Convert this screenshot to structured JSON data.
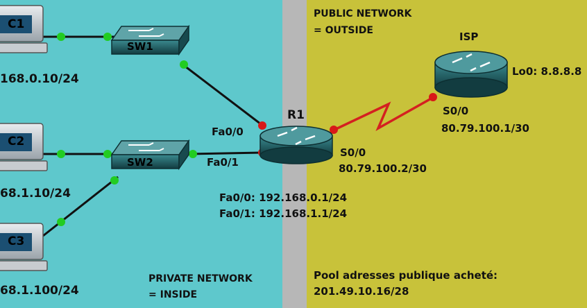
{
  "zones": {
    "private": {
      "title_line1": "PRIVATE NETWORK",
      "title_line2": "= INSIDE",
      "color": "#5ec8cc"
    },
    "public": {
      "title_line1": "PUBLIC NETWORK",
      "title_line2": "= OUTSIDE",
      "color": "#c8c23a"
    }
  },
  "devices": {
    "c1": {
      "label": "C1",
      "ip": "168.0.10/24",
      "icon": "pc-icon"
    },
    "c2": {
      "label": "C2",
      "ip": "68.1.10/24",
      "icon": "pc-icon"
    },
    "c3": {
      "label": "C3",
      "ip": "68.1.100/24",
      "icon": "pc-icon"
    },
    "sw1": {
      "label": "SW1",
      "icon": "switch-icon"
    },
    "sw2": {
      "label": "SW2",
      "icon": "switch-icon"
    },
    "r1": {
      "label": "R1",
      "if_fa00": "Fa0/0",
      "if_fa01": "Fa0/1",
      "if_s00": "S0/0",
      "s00_ip": "80.79.100.2/30",
      "fa00_line": "Fa0/0: 192.168.0.1/24",
      "fa01_line": "Fa0/1: 192.168.1.1/24",
      "icon": "router-icon"
    },
    "isp": {
      "label": "ISP",
      "lo0": "Lo0: 8.8.8.8",
      "if_s00": "S0/0",
      "s00_ip": "80.79.100.1/30",
      "icon": "router-icon"
    }
  },
  "pool": {
    "line1": "Pool adresses publique acheté:",
    "line2": "201.49.10.16/28"
  },
  "colors": {
    "link": "#111111",
    "serial": "#d42020",
    "port_up": "#22cc22",
    "port_red": "#d81818",
    "device": "#1f5f63"
  }
}
